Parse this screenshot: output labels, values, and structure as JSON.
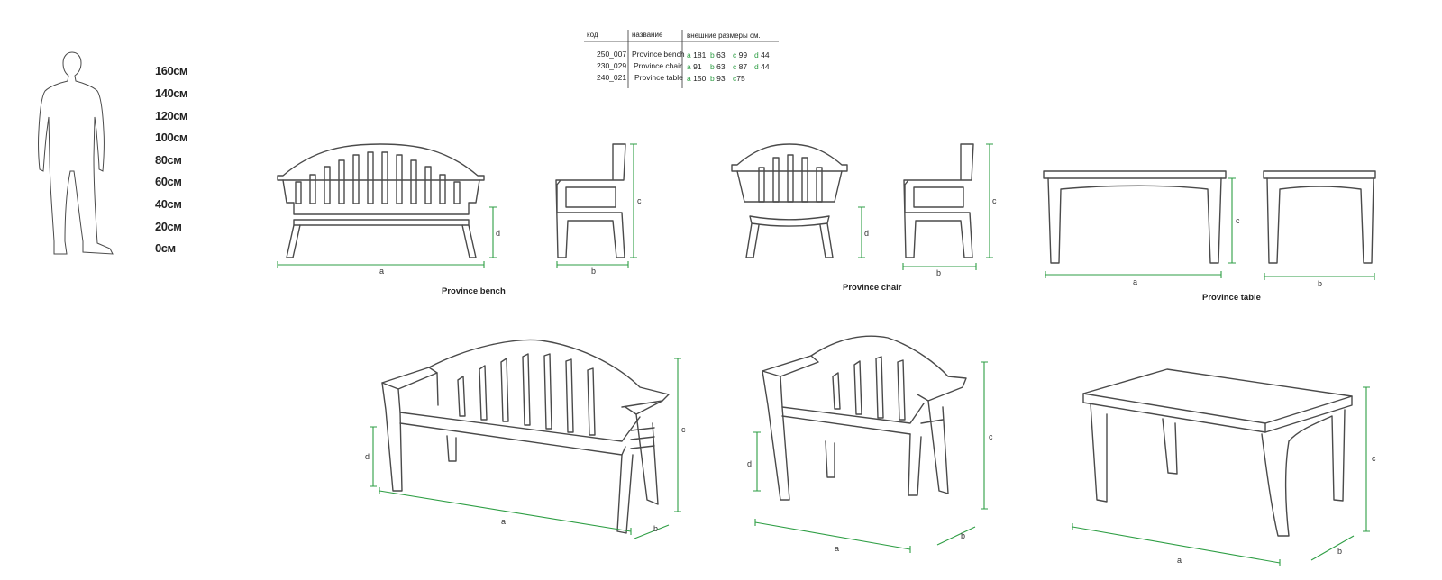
{
  "scale": {
    "labels": [
      "160см",
      "140см",
      "120см",
      "100см",
      "80см",
      "60см",
      "40см",
      "20см",
      "0см"
    ]
  },
  "spec_table": {
    "headers": [
      "код",
      "название",
      "внешние размеры см."
    ],
    "rows": [
      {
        "code": "250_007",
        "name": "Province bench",
        "dims": [
          {
            "k": "a",
            "v": "181"
          },
          {
            "k": "b",
            "v": "63"
          },
          {
            "k": "c",
            "v": "99"
          },
          {
            "k": "d",
            "v": "44"
          }
        ]
      },
      {
        "code": "230_029",
        "name": "Province chair",
        "dims": [
          {
            "k": "a",
            "v": "91"
          },
          {
            "k": "b",
            "v": "63"
          },
          {
            "k": "c",
            "v": "87"
          },
          {
            "k": "d",
            "v": "44"
          }
        ]
      },
      {
        "code": "240_021",
        "name": "Province table",
        "dims": [
          {
            "k": "a",
            "v": "150"
          },
          {
            "k": "b",
            "v": "93"
          },
          {
            "k": "c",
            "v": "75"
          }
        ]
      }
    ]
  },
  "captions": {
    "bench": "Province bench",
    "chair": "Province chair",
    "table": "Province table"
  },
  "dimension_letters": {
    "a": "a",
    "b": "b",
    "c": "c",
    "d": "d"
  },
  "colors": {
    "dimension_line": "#2e9e44",
    "outline": "#4a4a4a"
  }
}
